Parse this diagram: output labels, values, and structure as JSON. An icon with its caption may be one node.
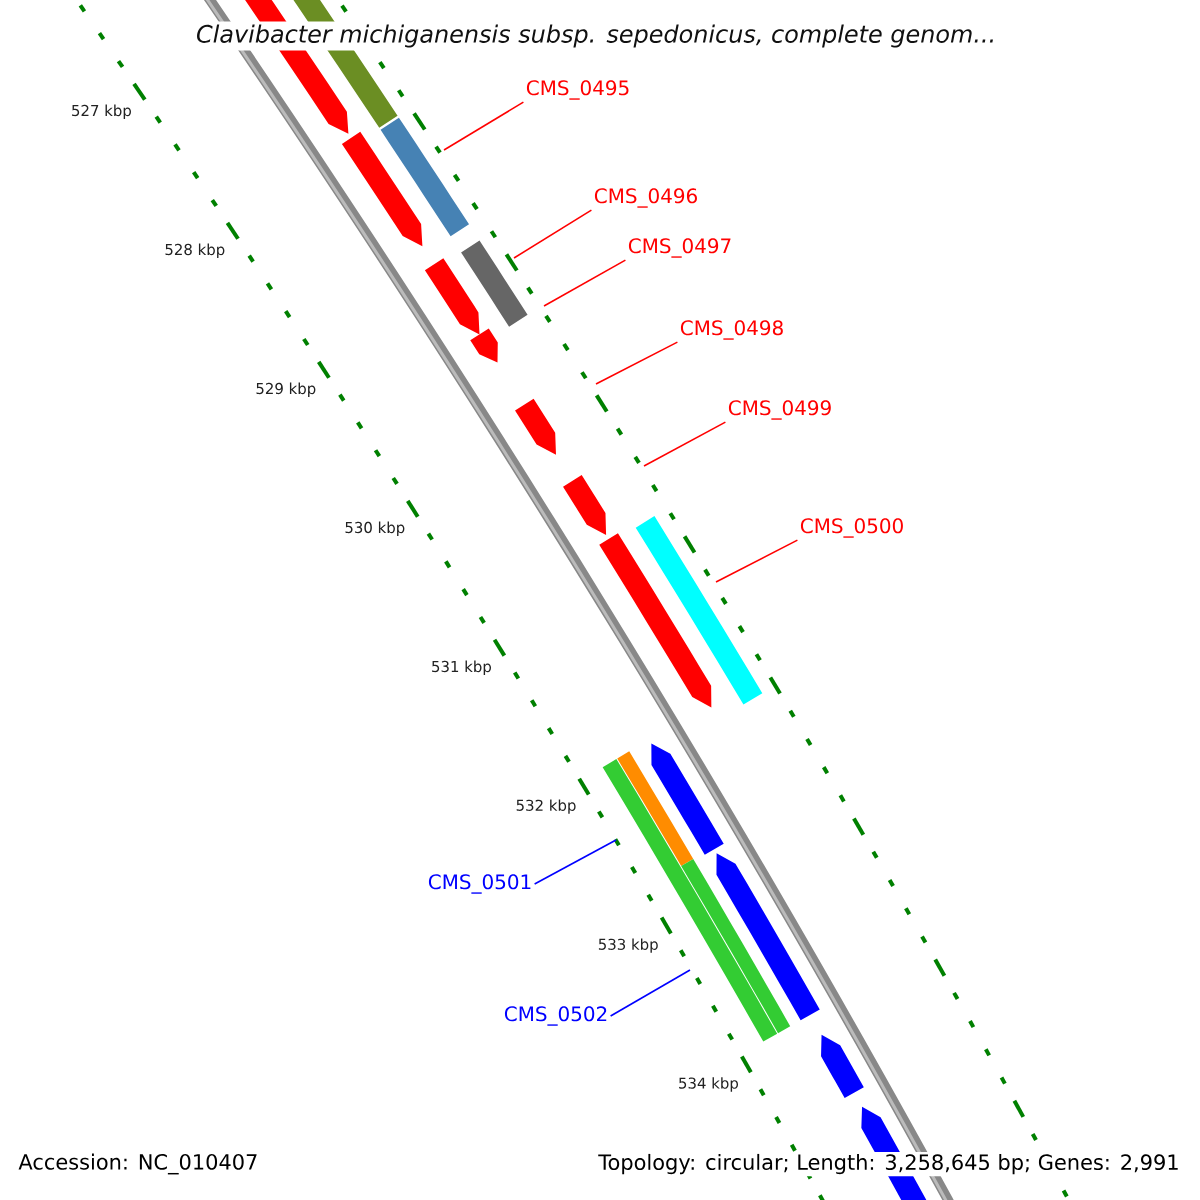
{
  "diagram": {
    "title": "Clavibacter michiganensis subsp. sepedonicus, complete genom...",
    "nodes": [
      {
        "text": [
          "CMS_0495"
        ]
      },
      {
        "text": [
          "CMS_0496"
        ]
      },
      {
        "text": [
          "CMS_0497"
        ]
      },
      {
        "text": [
          "CMS_0498"
        ]
      },
      {
        "text": [
          "CMS_0499"
        ]
      },
      {
        "text": [
          "CMS_0500"
        ]
      },
      {
        "text": [
          "CMS_0501"
        ]
      },
      {
        "text": [
          "CMS_0502"
        ]
      }
    ],
    "edges": [
      {
        "from": 0,
        "to": null,
        "arrow": "none"
      },
      {
        "from": 1,
        "to": null,
        "arrow": "none"
      },
      {
        "from": 2,
        "to": null,
        "arrow": "none"
      },
      {
        "from": 3,
        "to": null,
        "arrow": "none"
      },
      {
        "from": 4,
        "to": null,
        "arrow": "none"
      },
      {
        "from": 5,
        "to": null,
        "arrow": "none"
      },
      {
        "from": 6,
        "to": null,
        "arrow": "none",
        "color": "#0000ff"
      },
      {
        "from": 7,
        "to": null,
        "arrow": "none",
        "color": "#0000ff"
      }
    ],
    "labels": [
      "527 kbp",
      "528 kbp",
      "529 kbp",
      "530 kbp",
      "531 kbp",
      "532 kbp",
      "533 kbp",
      "534 kbp",
      "Accession: NC_010407",
      "Topology: circular; Length: 3,258,645 bp; Genes: 2,991"
    ]
  }
}
